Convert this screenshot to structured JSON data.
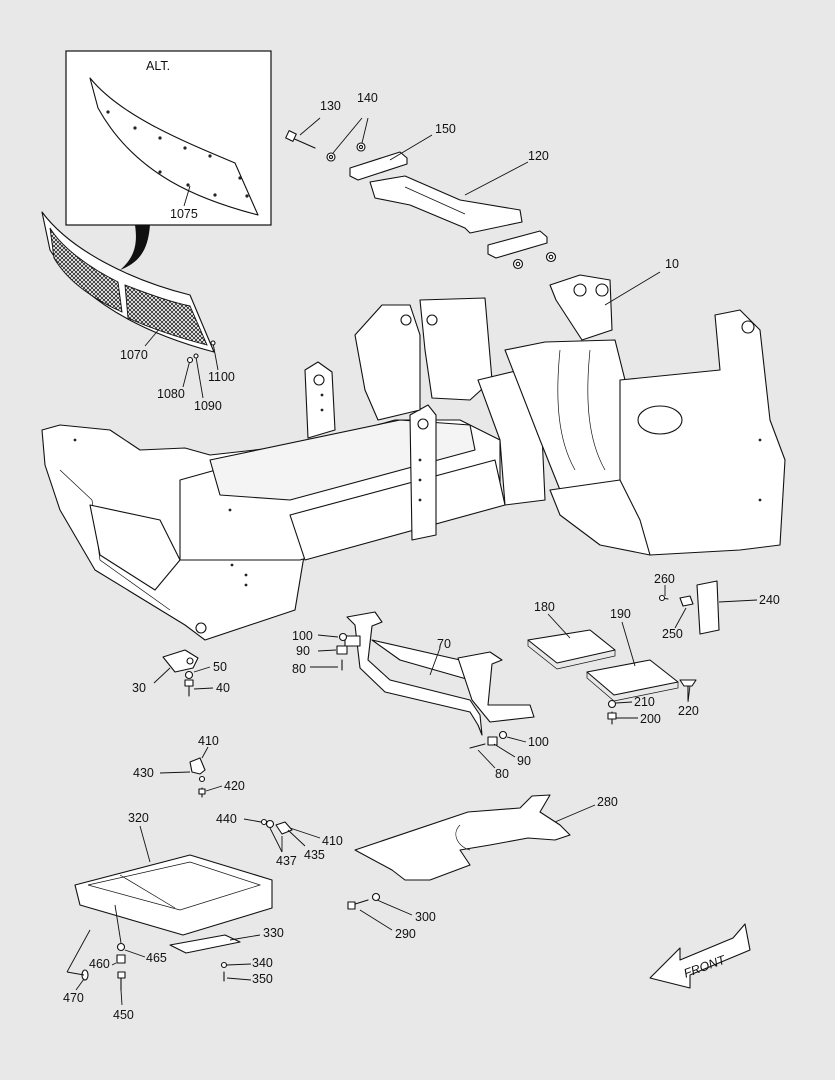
{
  "inset": {
    "caption": "ALT.",
    "callout": "1075"
  },
  "front_arrow": {
    "label": "FRONT"
  },
  "callouts": {
    "c10": "10",
    "c30": "30",
    "c40": "40",
    "c50": "50",
    "c70": "70",
    "c80a": "80",
    "c80b": "80",
    "c90a": "90",
    "c90b": "90",
    "c100a": "100",
    "c100b": "100",
    "c120": "120",
    "c130": "130",
    "c140": "140",
    "c150": "150",
    "c180": "180",
    "c190": "190",
    "c200": "200",
    "c210": "210",
    "c220": "220",
    "c240": "240",
    "c250": "250",
    "c260": "260",
    "c280": "280",
    "c290": "290",
    "c300": "300",
    "c320": "320",
    "c330": "330",
    "c340": "340",
    "c350": "350",
    "c410a": "410",
    "c410b": "410",
    "c420": "420",
    "c430": "430",
    "c435": "435",
    "c437": "437",
    "c440": "440",
    "c450": "450",
    "c460": "460",
    "c465": "465",
    "c470": "470",
    "c1070": "1070",
    "c1080": "1080",
    "c1090": "1090",
    "c1100": "1100"
  }
}
